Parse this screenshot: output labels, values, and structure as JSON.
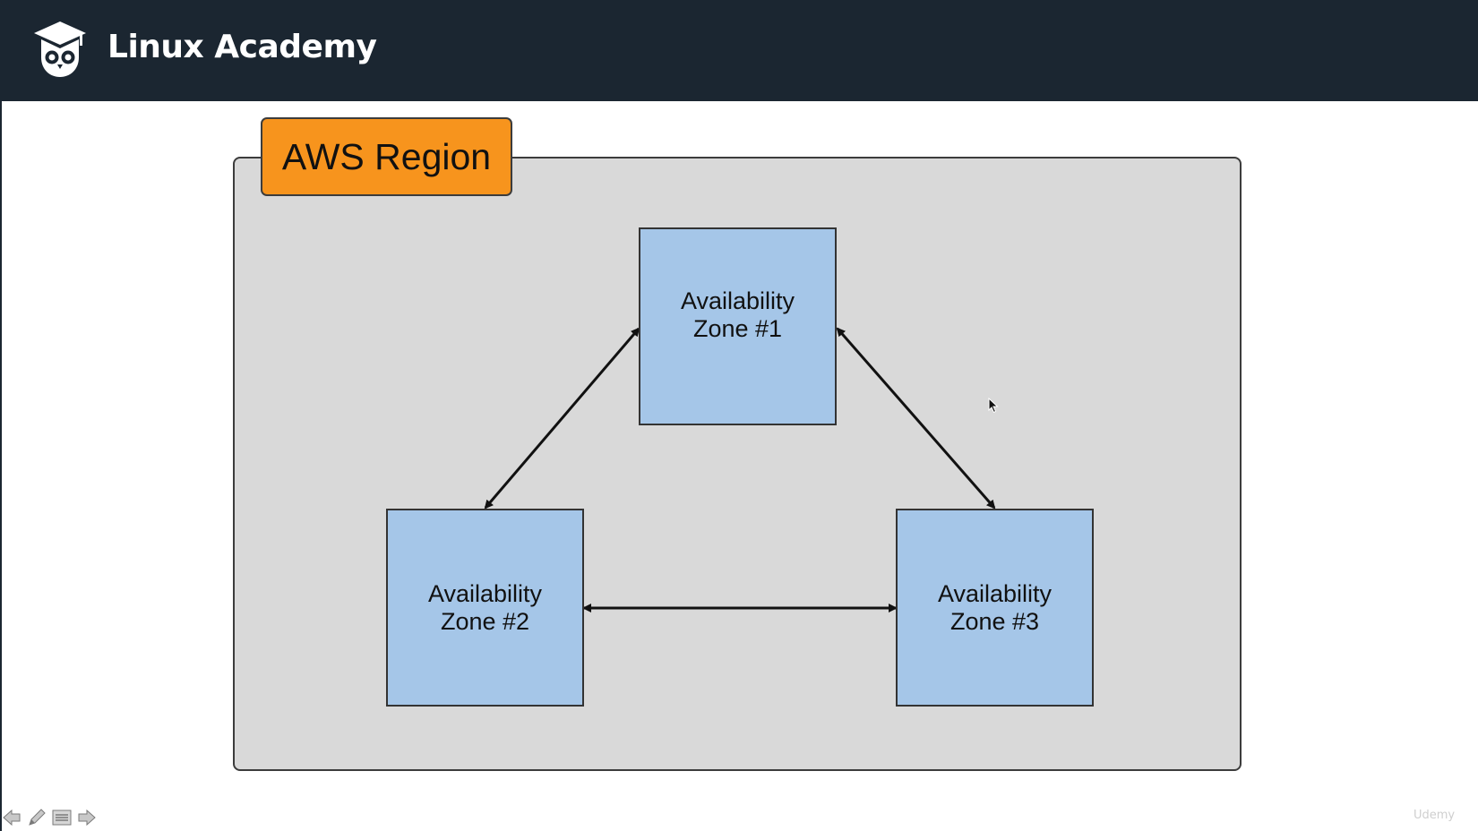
{
  "header": {
    "brand": "Linux Academy",
    "logo_icon": "owl-graduation-cap-icon",
    "background": "#1b2631"
  },
  "diagram": {
    "region": {
      "label": "AWS Region",
      "fill": "#d9d9d9",
      "label_fill": "#f7941d"
    },
    "zones": [
      {
        "label": "Availability\nZone #1"
      },
      {
        "label": "Availability\nZone #2"
      },
      {
        "label": "Availability\nZone #3"
      }
    ],
    "zone_fill": "#a5c6e8",
    "connections": [
      {
        "from": "Availability Zone #1",
        "to": "Availability Zone #2",
        "direction": "bidirectional"
      },
      {
        "from": "Availability Zone #1",
        "to": "Availability Zone #3",
        "direction": "bidirectional"
      },
      {
        "from": "Availability Zone #2",
        "to": "Availability Zone #3",
        "direction": "bidirectional"
      }
    ]
  },
  "player": {
    "controls": [
      {
        "icon": "arrow-left-icon"
      },
      {
        "icon": "pencil-icon"
      },
      {
        "icon": "list-icon"
      },
      {
        "icon": "arrow-right-icon"
      }
    ],
    "watermark": "Udemy"
  }
}
